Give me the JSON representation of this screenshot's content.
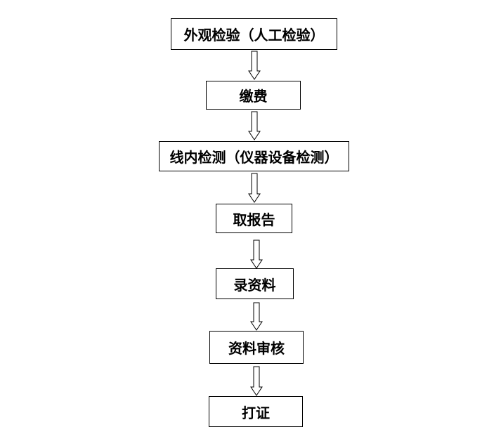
{
  "flow": {
    "steps": [
      "外观检验（人工检验）",
      "缴费",
      "线内检测（仪器设备检测）",
      "取报告",
      "录资料",
      "资料审核",
      "打证"
    ]
  }
}
